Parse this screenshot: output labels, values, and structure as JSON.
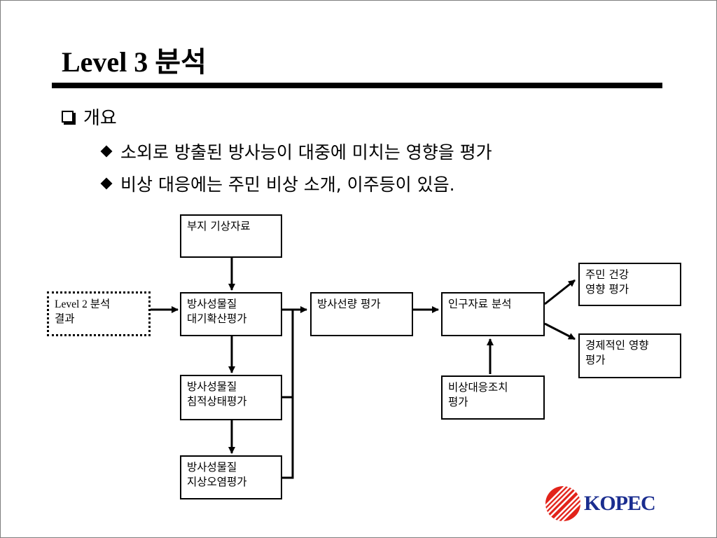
{
  "slide": {
    "title": "Level 3 분석",
    "heading": "개요",
    "bullets": [
      "소외로 방출된 방사능이 대중에 미치는 영향을 평가",
      "비상 대응에는 주민 비상 소개, 이주등이 있음."
    ]
  },
  "diagram": {
    "nodes": {
      "site_weather": [
        "부지 기상자료"
      ],
      "level2": [
        "Level 2 분석",
        "결과"
      ],
      "dispersion": [
        "방사성물질",
        "대기확산평가"
      ],
      "deposition": [
        "방사성물질",
        "침적상태평가"
      ],
      "ground_contam": [
        "방사성물질",
        "지상오염평가"
      ],
      "dose": [
        "방사선량 평가"
      ],
      "population": [
        "인구자료 분석"
      ],
      "health": [
        "주민 건강",
        "영향 평가"
      ],
      "economic": [
        "경제적인 영향",
        "평가"
      ],
      "emergency": [
        "비상대응조치",
        "평가"
      ]
    }
  },
  "logo": {
    "text": "KOPEC",
    "colors": {
      "red": "#e2231a",
      "blue": "#1a2d8f"
    }
  }
}
